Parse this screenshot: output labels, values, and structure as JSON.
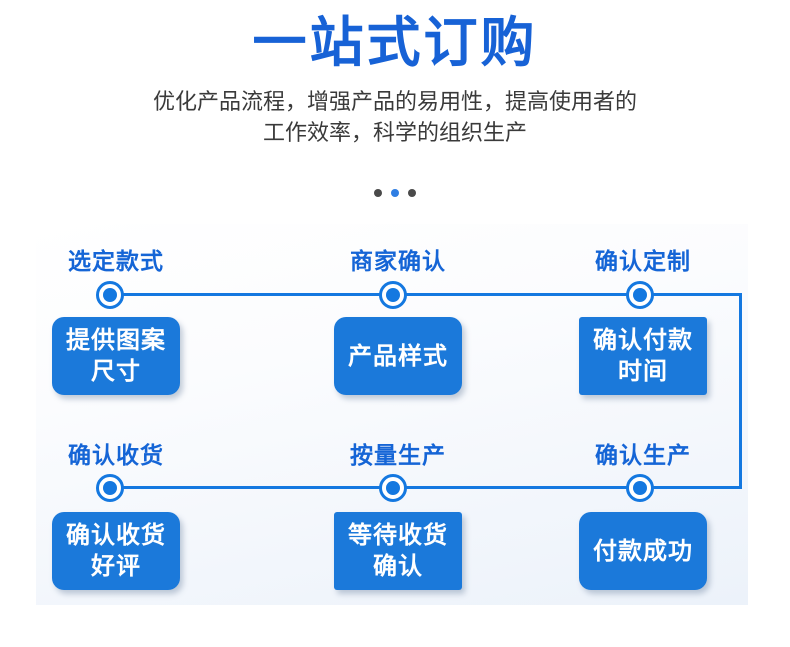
{
  "header": {
    "title": "一站式订购",
    "subtitle_line1": "优化产品流程，增强产品的易用性，提高使用者的",
    "subtitle_line2": "工作效率，科学的组织生产"
  },
  "carousel_dots": {
    "items": [
      "inactive",
      "active",
      "inactive"
    ]
  },
  "flow": {
    "steps": [
      {
        "label": "选定款式",
        "box": "提供图案\n尺寸"
      },
      {
        "label": "商家确认",
        "box": "产品样式"
      },
      {
        "label": "确认定制",
        "box": "确认付款\n时间"
      },
      {
        "label": "确认收货",
        "box": "确认收货\n好评"
      },
      {
        "label": "按量生产",
        "box": "等待收货\n确认"
      },
      {
        "label": "确认生产",
        "box": "付款成功"
      }
    ]
  },
  "colors": {
    "title_blue": "#1762d6",
    "label_blue": "#1565d6",
    "box_blue": "#1b79da",
    "line_blue": "#1478e0",
    "subtitle_gray": "#3a3a3a",
    "dot_gray": "#4a4a4a",
    "dot_blue": "#2f7ee3",
    "panel_top": "#ffffff",
    "panel_bottom": "#ecf2fa"
  }
}
